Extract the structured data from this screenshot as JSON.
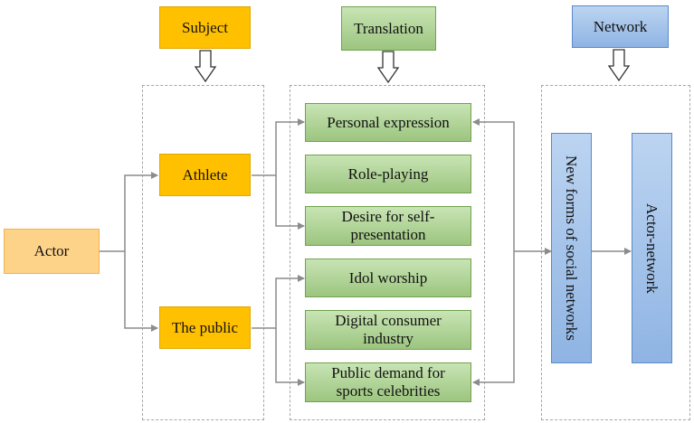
{
  "headers": {
    "subject": "Subject",
    "translation": "Translation",
    "network": "Network"
  },
  "actor": "Actor",
  "subjects": {
    "athlete": "Athlete",
    "public": "The public"
  },
  "translation_items": [
    "Personal expression",
    "Role-playing",
    "Desire for self-presentation",
    "Idol worship",
    "Digital consumer industry",
    "Public demand for sports celebrities"
  ],
  "network_items": {
    "social": "New forms of social networks",
    "actor_network": "Actor-network"
  },
  "colors": {
    "orange": "#ffc000",
    "actor": "#fdd38a",
    "green": "#9cc57f",
    "blue": "#8fb4e3",
    "connector": "#8c8c8c"
  }
}
